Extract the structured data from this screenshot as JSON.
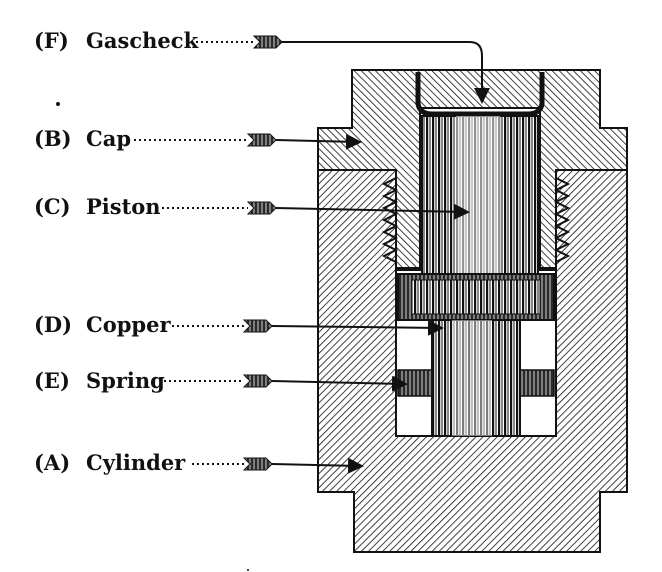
{
  "labels": [
    {
      "key": "F",
      "letter": "(F)",
      "name": "Gascheck"
    },
    {
      "key": "B",
      "letter": "(B)",
      "name": "Cap"
    },
    {
      "key": "C",
      "letter": "(C)",
      "name": "Piston"
    },
    {
      "key": "D",
      "letter": "(D)",
      "name": "Copper"
    },
    {
      "key": "E",
      "letter": "(E)",
      "name": "Spring"
    },
    {
      "key": "A",
      "letter": "(A)",
      "name": "Cylinder"
    }
  ],
  "colors": {
    "ink": "#111111",
    "paper": "#ffffff"
  }
}
